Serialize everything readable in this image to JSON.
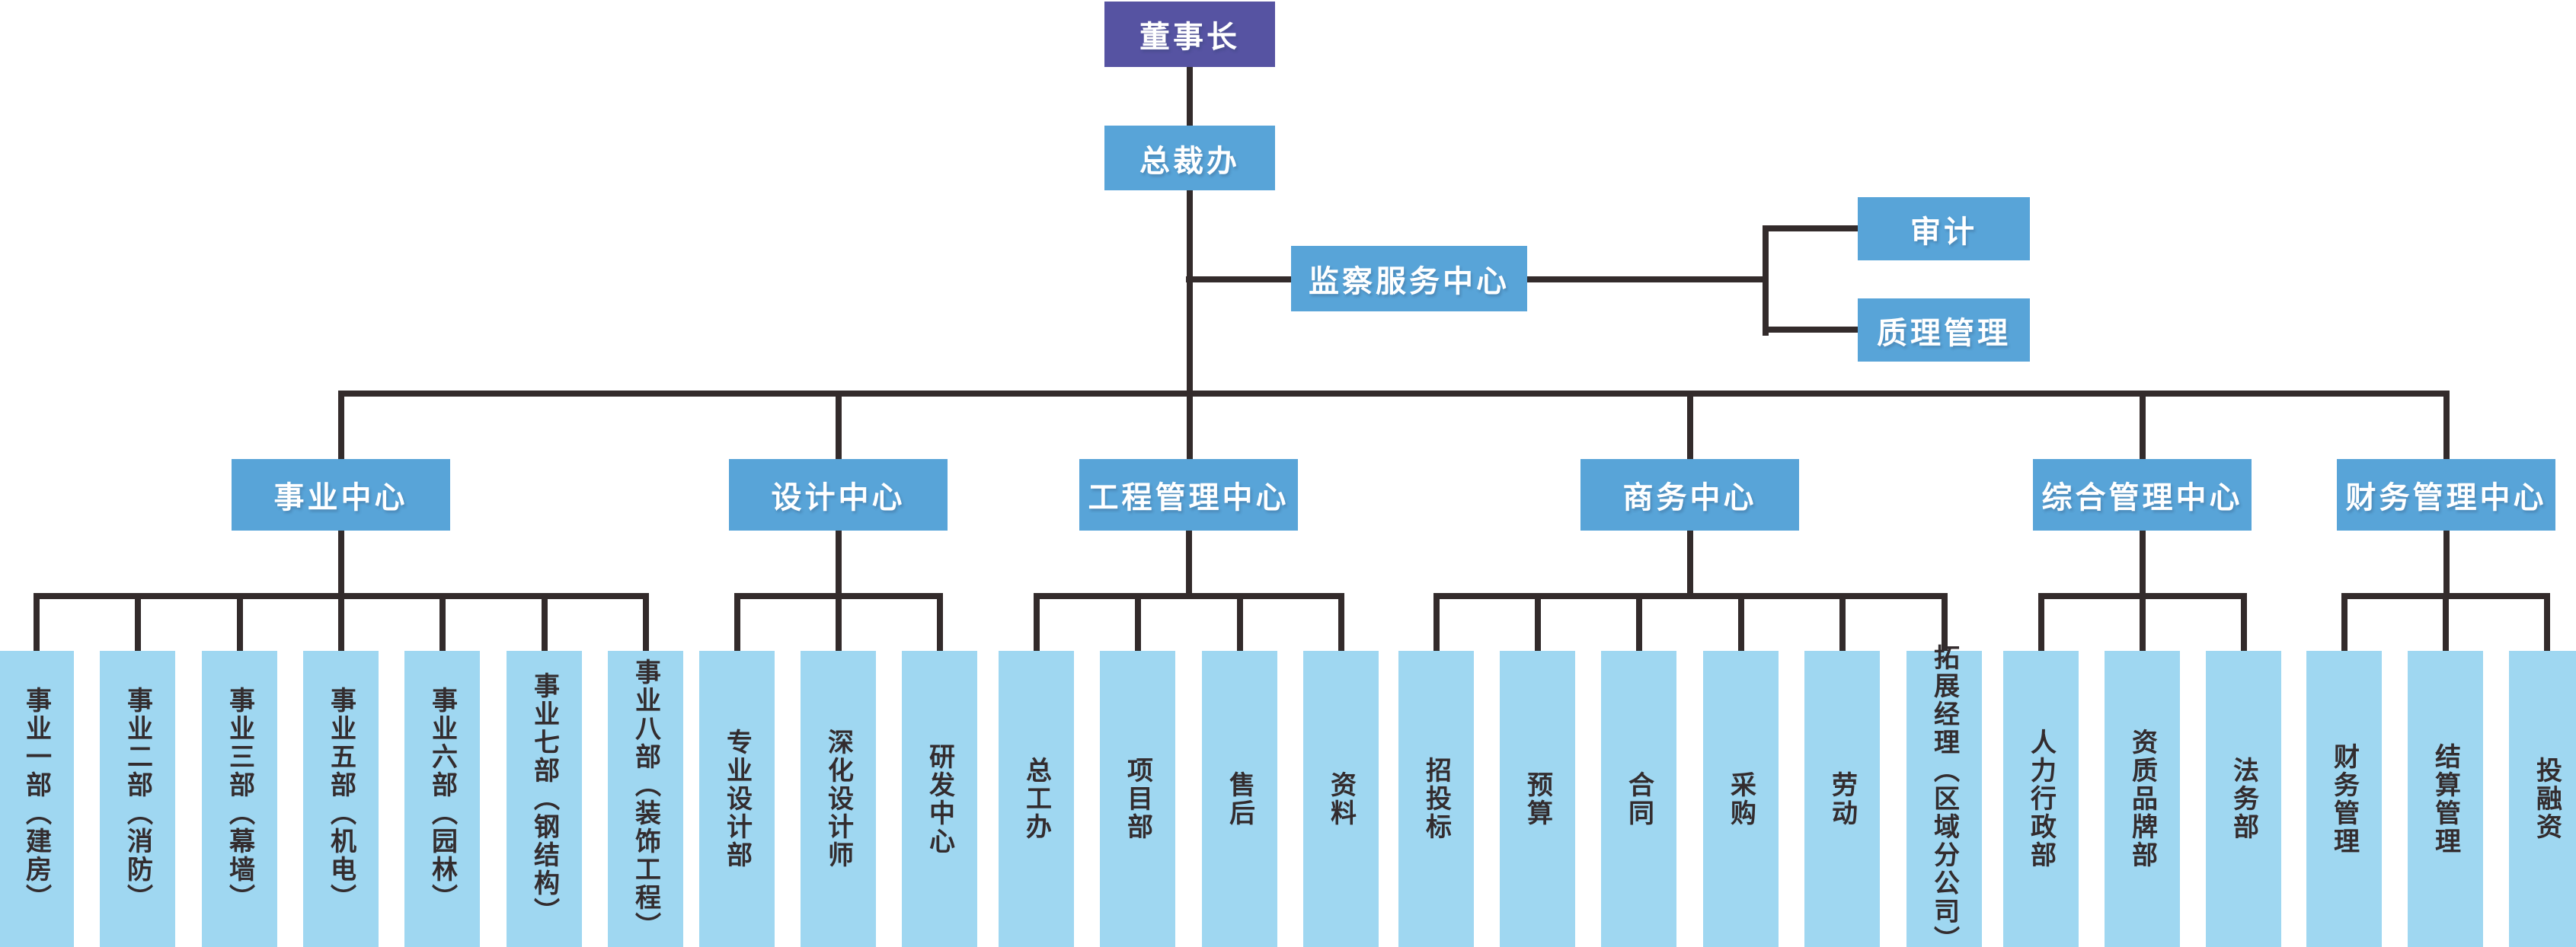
{
  "colors": {
    "chairman_bg": "#5653a2",
    "node_bg": "#58a4d8",
    "leaf_bg": "#9fd7f1",
    "line": "#332b2b",
    "node_text": "#ffffff",
    "leaf_text": "#332c2e",
    "canvas_bg": "#ffffff"
  },
  "org": {
    "chairman": "董事长",
    "president_office": "总裁办",
    "supervision": {
      "label": "监察服务中心",
      "children": [
        "审计",
        "质理管理"
      ]
    },
    "centers": [
      {
        "label": "事业中心",
        "children": [
          "事业一部（建房）",
          "事业二部（消防）",
          "事业三部（幕墙）",
          "事业五部（机电）",
          "事业六部（园林）",
          "事业七部（钢结构）",
          "事业八部（装饰工程）"
        ]
      },
      {
        "label": "设计中心",
        "children": [
          "专业设计部",
          "深化设计师",
          "研发中心"
        ]
      },
      {
        "label": "工程管理中心",
        "children": [
          "总工办",
          "项目部",
          "售后",
          "资料"
        ]
      },
      {
        "label": "商务中心",
        "children": [
          "招投标",
          "预算",
          "合同",
          "采购",
          "劳动",
          "拓展经理（区域分公司）"
        ]
      },
      {
        "label": "综合管理中心",
        "children": [
          "人力行政部",
          "资质品牌部",
          "法务部"
        ]
      },
      {
        "label": "财务管理中心",
        "children": [
          "财务管理",
          "结算管理",
          "投融资"
        ]
      }
    ]
  }
}
